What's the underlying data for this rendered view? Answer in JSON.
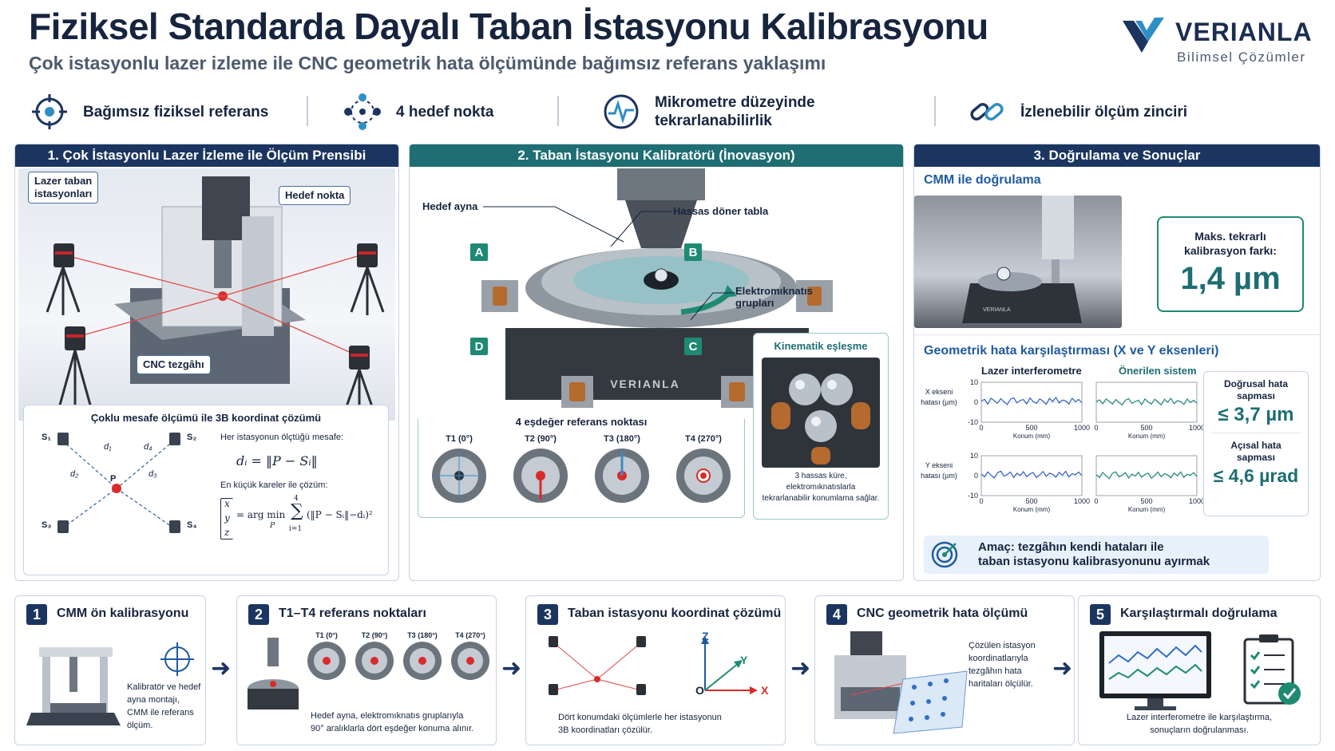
{
  "header": {
    "title": "Fiziksel Standarda Dayalı Taban İstasyonu Kalibrasyonu",
    "subtitle": "Çok istasyonlu lazer izleme ile CNC geometrik hata ölçümünde bağımsız referans yaklaşımı",
    "brand_name": "VERIANLA",
    "brand_sub": "Bilimsel Çözümler"
  },
  "features": [
    {
      "icon": "target-icon",
      "text": "Bağımsız fiziksel referans"
    },
    {
      "icon": "dots-icon",
      "text": "4 hedef nokta"
    },
    {
      "icon": "pulse-icon",
      "text": "Mikrometre düzeyinde\ntekrarlanabilirlik"
    },
    {
      "icon": "chain-icon",
      "text": "İzlenebilir ölçüm zinciri"
    }
  ],
  "panel1": {
    "title": "1. Çok İstasyonlu Lazer İzleme ile Ölçüm Prensibi",
    "callout_stations": "Lazer taban\nistasyonları",
    "callout_target": "Hedef nokta",
    "callout_cnc": "CNC tezgâhı",
    "sub_title": "Çoklu mesafe ölçümü ile 3B koordinat çözümü",
    "s1": "S₁",
    "s2": "S₂",
    "s3": "S₃",
    "s4": "S₄",
    "d1": "d₁",
    "d2": "d₂",
    "d3": "d₃",
    "d4": "d₄",
    "p": "P",
    "eq_intro": "Her istasyonun ölçtüğü mesafe:",
    "eq_distance": "dᵢ = ‖P − Sᵢ‖",
    "lsq_intro": "En küçük kareler ile çözüm:",
    "lsq_x": "x",
    "lsq_y": "y",
    "lsq_z": "z",
    "lsq_eq": "= arg min",
    "lsq_sum": "∑",
    "lsq_top": "4",
    "lsq_bottom": "i=1",
    "lsq_sub": "P",
    "lsq_term": "(‖P − Sᵢ‖−dᵢ)²"
  },
  "panel2": {
    "title": "2. Taban İstasyonu Kalibratörü (İnovasyon)",
    "label_mirror": "Hedef ayna",
    "label_table": "Hassas döner tabla",
    "label_magnets": "Elektromıknatıs\ngrupları",
    "corner_a": "A",
    "corner_b": "B",
    "corner_c": "C",
    "corner_d": "D",
    "device_brand": "VERIANLA",
    "kinematic_title": "Kinematik eşleşme",
    "kinematic_desc": "3 hassas küre,\nelektromıknatıslarla\ntekrarlanabilir konumlama sağlar.",
    "refs_title": "4 eşdeğer referans noktası",
    "refs": [
      "T1 (0°)",
      "T2 (90°)",
      "T3 (180°)",
      "T4 (270°)"
    ]
  },
  "panel3": {
    "title": "3. Doğrulama ve Sonuçlar",
    "cmm_title": "CMM ile doğrulama",
    "cmm_brand": "VERIANLA",
    "max_label": "Maks. tekrarlı\nkalibrasyon farkı:",
    "max_value": "1,4 µm",
    "compare_title": "Geometrik hata karşılaştırması (X ve Y eksenleri)",
    "col1": "Lazer interferometre",
    "col2": "Önerilen sistem",
    "row1": "X ekseni\nhatası (µm)",
    "row2": "Y ekseni\nhatası (µm)",
    "xlabel": "Konum (mm)",
    "linear_label": "Doğrusal hata\nsapması",
    "linear_value": "≤ 3,7 µm",
    "angular_label": "Açısal hata\nsapması",
    "angular_value": "≤ 4,6 µrad",
    "goal": "Amaç: tezgâhın kendi hataları ile\ntaban istasyonu kalibrasyonunu ayırmak"
  },
  "chart_data": [
    {
      "type": "line",
      "xlabel": "Konum (mm)",
      "ylabel": "X ekseni hatası (µm)",
      "xticks": [
        0,
        500,
        1000
      ],
      "yticks": [
        10,
        0,
        -10
      ],
      "ylim": [
        -10,
        10
      ],
      "xlim": [
        0,
        1000
      ],
      "series": [
        {
          "values": [
            0.5,
            1.5,
            -1.0,
            2.0,
            0.8,
            -0.5,
            1.8,
            0.2,
            -1.2,
            1.6,
            2.2,
            -0.3,
            0.9,
            1.3,
            -0.8,
            2.1,
            0.4,
            -0.6,
            1.7,
            0.6,
            -1.1,
            1.9,
            0.3,
            2.4,
            -0.4,
            1.1,
            0.7,
            -0.9,
            2.0,
            0.2,
            1.4,
            -0.2
          ]
        }
      ]
    },
    {
      "type": "line",
      "xlabel": "Konum (mm)",
      "xticks": [
        0,
        500,
        1000
      ],
      "ylim": [
        -10,
        10
      ],
      "xlim": [
        0,
        1000
      ],
      "series": [
        {
          "values": [
            0.3,
            1.2,
            -0.8,
            1.6,
            0.5,
            -0.9,
            1.4,
            -0.1,
            -1.4,
            1.1,
            1.8,
            -0.6,
            0.4,
            1.0,
            -1.2,
            1.7,
            0.1,
            -0.9,
            1.5,
            0.2,
            -1.3,
            1.5,
            0.0,
            2.0,
            -0.7,
            0.8,
            0.4,
            -1.1,
            1.6,
            -0.1,
            1.0,
            -0.4
          ]
        }
      ]
    },
    {
      "type": "line",
      "xlabel": "Konum (mm)",
      "ylabel": "Y ekseni hatası (µm)",
      "xticks": [
        0,
        500,
        1000
      ],
      "yticks": [
        10,
        0,
        -10
      ],
      "ylim": [
        -10,
        10
      ],
      "xlim": [
        0,
        1000
      ],
      "series": [
        {
          "values": [
            0.8,
            -0.6,
            1.9,
            0.3,
            -1.2,
            1.5,
            2.3,
            -0.2,
            0.6,
            1.8,
            -0.9,
            1.2,
            0.1,
            2.0,
            -0.5,
            0.9,
            1.6,
            -1.0,
            0.4,
            2.1,
            -0.3,
            1.3,
            0.7,
            -0.8,
            1.7,
            0.2,
            2.2,
            -0.6,
            1.0,
            0.5,
            1.8,
            0.0
          ]
        }
      ]
    },
    {
      "type": "line",
      "xlabel": "Konum (mm)",
      "xticks": [
        0,
        500,
        1000
      ],
      "ylim": [
        -10,
        10
      ],
      "xlim": [
        0,
        1000
      ],
      "series": [
        {
          "values": [
            0.5,
            -0.9,
            1.6,
            0.0,
            -1.5,
            1.2,
            1.9,
            -0.5,
            0.3,
            1.5,
            -1.2,
            0.8,
            -0.2,
            1.7,
            -0.8,
            0.6,
            1.3,
            -1.3,
            0.1,
            1.8,
            -0.6,
            1.0,
            0.4,
            -1.1,
            1.4,
            -0.1,
            1.9,
            -0.9,
            0.7,
            0.2,
            1.5,
            -0.3
          ]
        }
      ]
    }
  ],
  "steps": [
    {
      "num": "1",
      "title": "CMM ön kalibrasyonu",
      "desc": "Kalibratör ve hedef\nayna montajı,\nCMM ile referans\nölçüm."
    },
    {
      "num": "2",
      "title": "T1–T4 referans noktaları",
      "refs": [
        "T1 (0°)",
        "T2 (90°)",
        "T3 (180°)",
        "T4 (270°)"
      ],
      "desc": "Hedef ayna, elektromıknatıs gruplarıyla\n90° aralıklarla dört eşdeğer konuma alınır."
    },
    {
      "num": "3",
      "title": "Taban istasyonu koordinat çözümü",
      "axes": {
        "z": "Z",
        "y": "Y",
        "x": "X",
        "o": "O"
      },
      "desc": "Dört konumdaki ölçümlerle her istasyonun\n3B koordinatları çözülür."
    },
    {
      "num": "4",
      "title": "CNC geometrik hata ölçümü",
      "desc": "Çözülen istasyon\nkoordinatlarıyla\ntezgâhın hata\nharitaları ölçülür."
    },
    {
      "num": "5",
      "title": "Karşılaştırmalı doğrulama",
      "desc": "Lazer interferometre ile karşılaştırma,\nsonuçların doğrulanması."
    }
  ]
}
